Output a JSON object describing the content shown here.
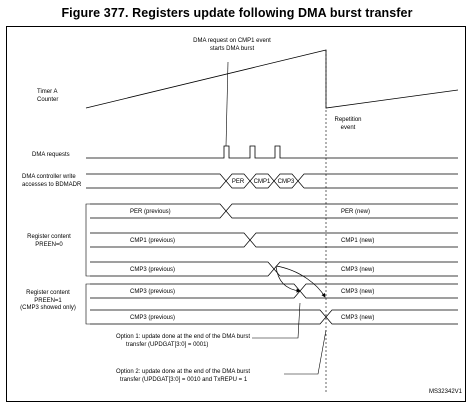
{
  "figure": {
    "title": "Figure 377. Registers update following DMA burst transfer",
    "ref": "MS32342V1"
  },
  "annotations": {
    "dma_request_line1": "DMA request on CMP1 event",
    "dma_request_line2": "starts DMA burst",
    "repetition_line1": "Repetition",
    "repetition_line2": "event",
    "option1_line1": "Option 1: update done at the end of the DMA burst",
    "option1_line2": "transfer (UPDGAT[3:0] = 0001)",
    "option2_line1": "Option 2: update done at the end of the DMA burst",
    "option2_line2": "transfer (UPDGAT[3:0] = 0010 and TxREPU = 1"
  },
  "signals": {
    "timer_line1": "Timer A",
    "timer_line2": "Counter",
    "dma_requests": "DMA requests",
    "dma_write_line1": "DMA controller write",
    "dma_write_line2": "accesses to BDMADR",
    "reg_preen0_line1": "Register content",
    "reg_preen0_line2": "PREEN=0",
    "reg_preen1_line1": "Register content",
    "reg_preen1_line2": "PREEN=1",
    "reg_preen1_line3": "(CMP3 showed only)"
  },
  "bus_values": {
    "per": "PER",
    "cmp1": "CMP1",
    "cmp3": "CMP3"
  },
  "registers": {
    "per_prev": "PER (previous)",
    "per_new": "PER (new)",
    "cmp1_prev": "CMP1 (previous)",
    "cmp1_new": "CMP1 (new)",
    "cmp3_prev": "CMP3 (previous)",
    "cmp3_new": "CMP3 (new)",
    "p1_cmp3_prev": "CMP3 (previous)",
    "p1_cmp3_new": "CMP3 (new)",
    "p2_cmp3_prev": "CMP3 (previous)",
    "p2_cmp3_new": "CMP3 (new)"
  }
}
